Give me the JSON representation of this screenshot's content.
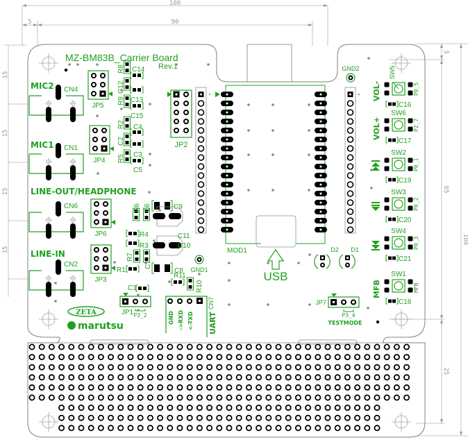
{
  "board": {
    "title": "MZ-BM83B_Carrier Board",
    "revision": "Rev.1",
    "usb_label": "USB",
    "module_label": "MOD1",
    "logo_zeta": "ZETA",
    "logo_marutsu": "marutsu"
  },
  "dimensions": {
    "overall_width": "100",
    "left_margin": "5",
    "inner_width": "90",
    "overall_height": "100",
    "top_margin": "5",
    "main_height": "65",
    "proto_height": "25",
    "connector_spacing": [
      "15",
      "15",
      "15",
      "15"
    ]
  },
  "audio_connectors": [
    {
      "label": "MIC2",
      "ref": "CN4",
      "jumper": "JP5"
    },
    {
      "label": "MIC1",
      "ref": "CN1",
      "jumper": "JP4"
    },
    {
      "label": "LINE-OUT/HEADPHONE",
      "ref": "CN6",
      "jumper": "JP6"
    },
    {
      "label": "LINE-IN",
      "ref": "CN2",
      "jumper": "JP3"
    }
  ],
  "passives_top": [
    "R8",
    "C14",
    "C12",
    "C13",
    "R9",
    "C15",
    "R2",
    "C4",
    "C2",
    "C3",
    "R5",
    "C5"
  ],
  "passives_mid": [
    "R6",
    "C6",
    "C9",
    "C11",
    "R4",
    "R3",
    "C10",
    "R7",
    "C7",
    "R1",
    "C8",
    "C1",
    "R11",
    "R10"
  ],
  "headers": {
    "jp2": "JP2",
    "jp1": "JP1",
    "jp1_net": "P3_2",
    "jp7": "JP7",
    "jp7_net": "P3_4",
    "jp7_function": "TESTMODE",
    "uart_ref": "CN7",
    "uart_label": "UART",
    "uart_pins": [
      "GND",
      "->RXD",
      "<-TXD"
    ]
  },
  "test_points": [
    "GND1",
    "GND2"
  ],
  "leds": [
    "D2",
    "D1"
  ],
  "switches": [
    {
      "ref": "SW5",
      "function": "VOL-",
      "net": "P0_5",
      "cap": "C16"
    },
    {
      "ref": "SW6",
      "function": "VOL+",
      "net": "P2_7",
      "cap": "C17"
    },
    {
      "ref": "SW2",
      "function": "next-track",
      "net": "P0_1",
      "cap": "C19"
    },
    {
      "ref": "SW3",
      "function": "play-pause",
      "net": "P0_2",
      "cap": "C20"
    },
    {
      "ref": "SW4",
      "function": "prev-track",
      "net": "P0_3",
      "cap": "C21"
    },
    {
      "ref": "SW1",
      "function": "MFB",
      "net": "MFB",
      "cap": "C18"
    }
  ],
  "colors": {
    "silkscreen": "#1fa01f",
    "outline": "#808080",
    "dimension": "#9a9a9a",
    "pad": "#000000"
  }
}
